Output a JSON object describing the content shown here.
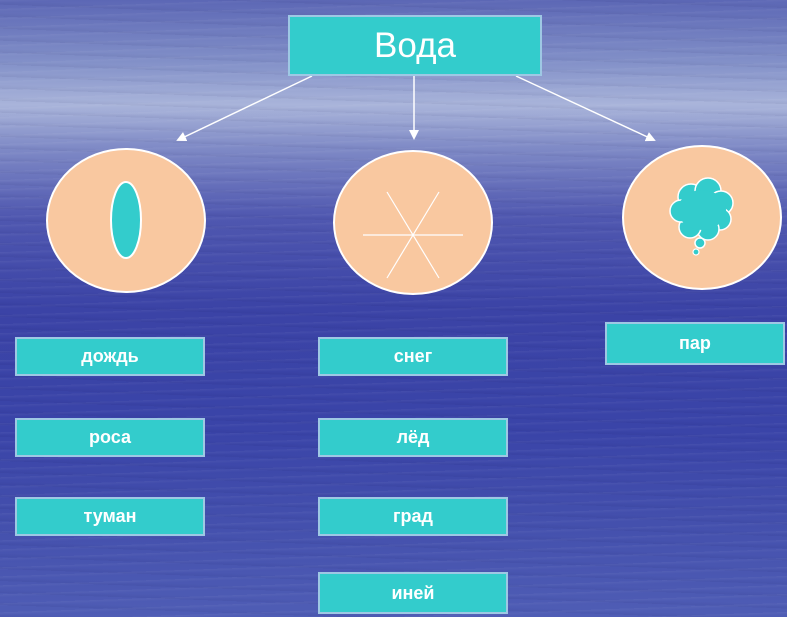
{
  "root": {
    "label": "Вода"
  },
  "groups": [
    {
      "name": "liquid",
      "items": [
        "дождь",
        "роса",
        "туман"
      ]
    },
    {
      "name": "solid",
      "items": [
        "снег",
        "лёд",
        "град",
        "иней"
      ]
    },
    {
      "name": "gas",
      "items": [
        "пар"
      ]
    }
  ],
  "colors": {
    "box_fill": "#33cccc",
    "circle_fill": "#f9c8a0",
    "text": "#ffffff"
  },
  "icons": [
    "drop-icon",
    "snowflake-icon",
    "cloud-icon"
  ]
}
